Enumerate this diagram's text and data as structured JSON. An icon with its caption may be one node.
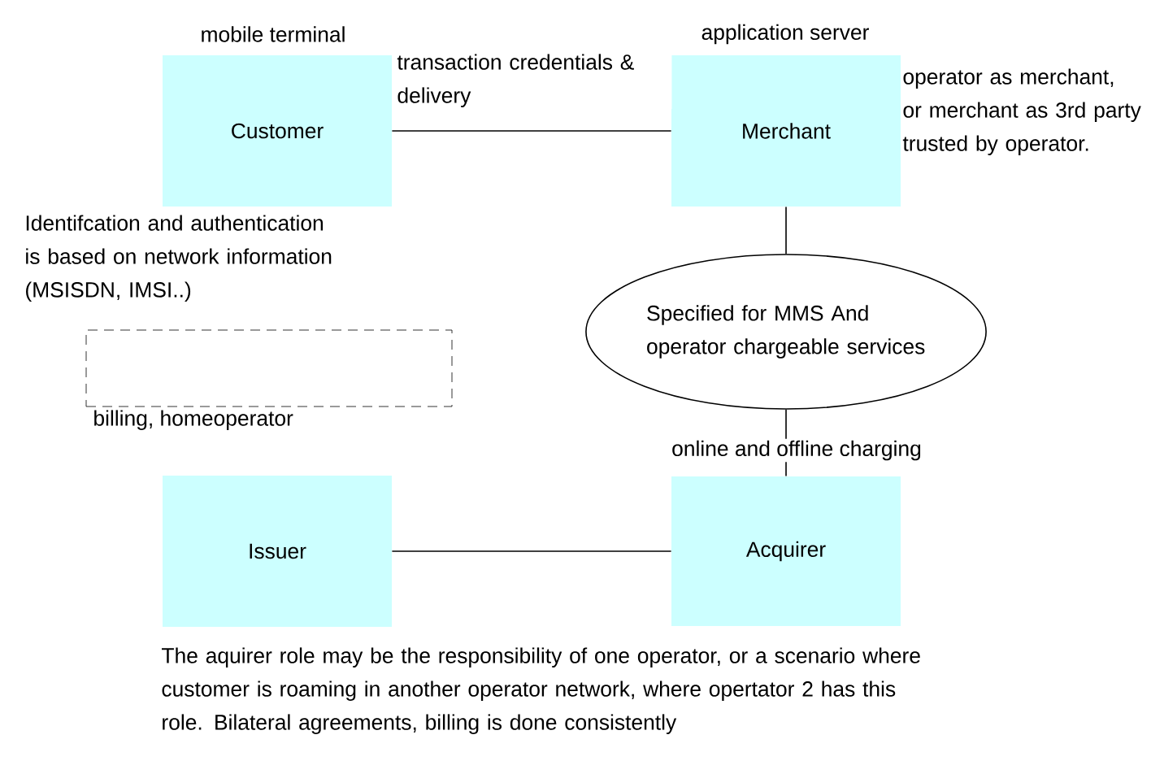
{
  "diagram": {
    "nodes": [
      {
        "text": [
          "Customer"
        ],
        "beside": [
          "mobile terminal"
        ]
      },
      {
        "text": [
          "Merchant"
        ],
        "beside": [
          "application server",
          "operator as merchant, or merchant as 3rd party trusted by operator."
        ]
      },
      {
        "text": [],
        "shape": "box",
        "beside": [
          "billing, homeoperator"
        ]
      },
      {
        "text": [
          "Specified for MMS And operator chargeable services"
        ]
      },
      {
        "text": [
          "Issuer"
        ]
      },
      {
        "text": [
          "Acquirer"
        ]
      }
    ],
    "edges": [
      {
        "from": 0,
        "to": 1,
        "arrow": "none",
        "label": "transaction credentials & delivery"
      },
      {
        "from": 1,
        "to": 3,
        "arrow": "none"
      },
      {
        "from": 3,
        "to": 5,
        "arrow": "none",
        "label": "online and offline charging"
      },
      {
        "from": 4,
        "to": 5,
        "arrow": "none"
      }
    ],
    "labels": [
      "Identifcation and authentication is based on network information (MSISDN, IMSI..)",
      "The aquirer role may be the responsibility of one operator, or a scenario where customer is roaming in another operator network, where opertator 2 has this role. Bilateral agreements, billing is done consistently"
    ]
  }
}
